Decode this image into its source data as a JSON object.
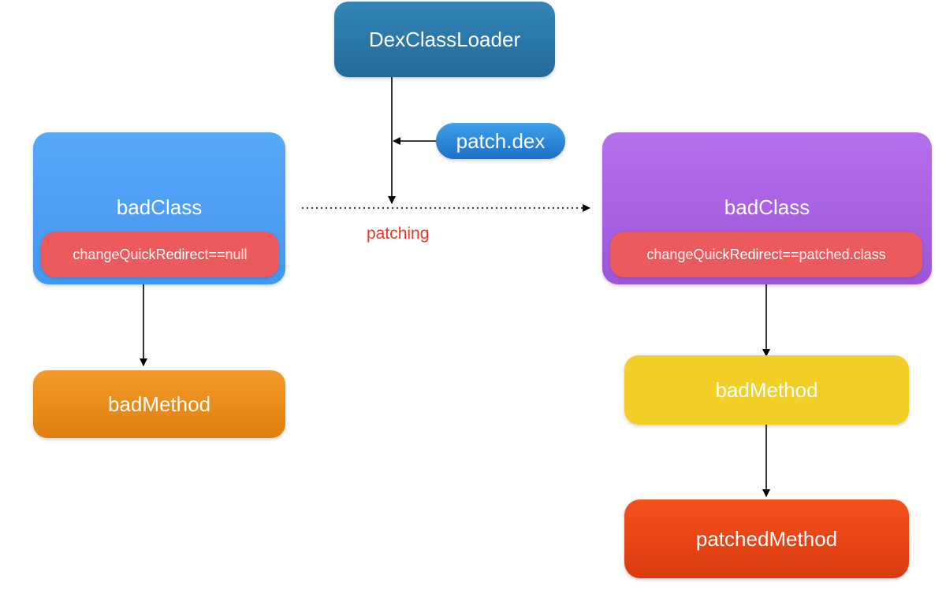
{
  "nodes": {
    "loader": "DexClassLoader",
    "patch_dex": "patch.dex",
    "left_class": "badClass",
    "left_redirect": "changeQuickRedirect==null",
    "left_method": "badMethod",
    "right_class": "badClass",
    "right_redirect": "changeQuickRedirect==patched.class",
    "right_method": "badMethod",
    "patched_method": "patchedMethod"
  },
  "edges": {
    "patching_label": "patching"
  },
  "colors": {
    "loader": "#2b78ab",
    "patch_dex": "#2a85d8",
    "left_class": "#4da0f5",
    "right_class": "#a862e2",
    "redirect_pill": "#eb5b5d",
    "left_method": "#eb8c1c",
    "right_method": "#f2d027",
    "patched_method": "#e84617",
    "patching_text": "#e83b24"
  }
}
